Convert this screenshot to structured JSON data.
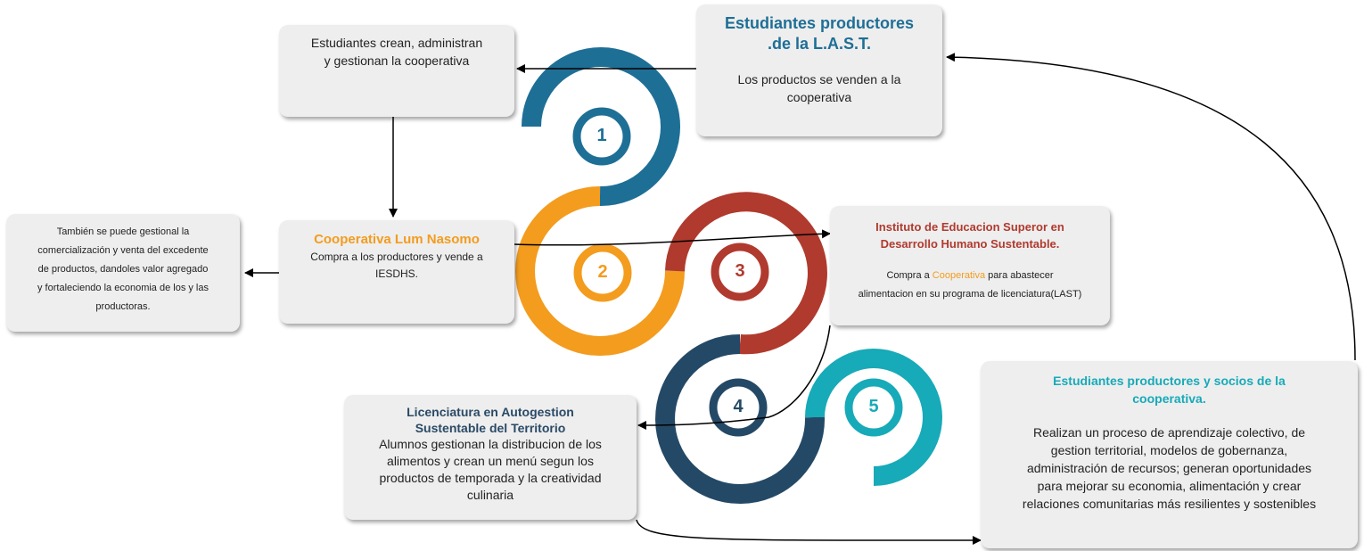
{
  "colors": {
    "blue": "#1e6f96",
    "orange": "#f39c1e",
    "red": "#b03a2e",
    "navy": "#244966",
    "teal": "#17aab8",
    "box_bg": "#eeeeee"
  },
  "steps": [
    {
      "number": "1",
      "color": "#1e6f96"
    },
    {
      "number": "2",
      "color": "#f39c1e"
    },
    {
      "number": "3",
      "color": "#b03a2e"
    },
    {
      "number": "4",
      "color": "#244966"
    },
    {
      "number": "5",
      "color": "#17aab8"
    }
  ],
  "boxes": {
    "estudiantes_last": {
      "title_line1": "Estudiantes productores",
      "title_line2": ".de la L.A.S.T.",
      "body_line1": "Los productos se venden a la",
      "body_line2": "cooperativa"
    },
    "estudiantes_crean": {
      "line1": "Estudiantes crean, administran",
      "line2": "y  gestionan la cooperativa"
    },
    "cooperativa": {
      "title": "Cooperativa Lum Nasomo",
      "body_line1": "Compra a los productores y vende a",
      "body_line2": "IESDHS."
    },
    "tambien": {
      "line1": "También se puede gestional la",
      "line2": "comercialización y venta del excedente",
      "line3": "de productos, dandoles valor agregado",
      "line4": "y fortaleciendo la economia de los y las",
      "line5": "productoras."
    },
    "instituto": {
      "title_line1": "Instituto de Educacion Superor en",
      "title_line2": "Desarrollo Humano Sustentable.",
      "body_before": "Compra a ",
      "body_highlight": "Cooperativa",
      "body_after": "  para abastecer",
      "body_line2": "alimentacion en su programa de licenciatura(LAST)"
    },
    "licenciatura": {
      "title_line1": "Licenciatura en Autogestion",
      "title_line2": "Sustentable del Territorio",
      "body_line1": "Alumnos gestionan la distribucion de los",
      "body_line2": "alimentos y crean un menú segun los",
      "body_line3": "productos de temporada y la creatividad",
      "body_line4": "culinaria"
    },
    "socios": {
      "title_line1": "Estudiantes productores y socios de la",
      "title_line2": "cooperativa.",
      "body_line1": "Realizan un proceso de aprendizaje colectivo, de",
      "body_line2": "gestion territorial, modelos de gobernanza,",
      "body_line3": "administración de recursos; generan oportunidades",
      "body_line4": "para mejorar su economia, alimentación y crear",
      "body_line5": "relaciones comunitarias más resilientes y sostenibles"
    }
  }
}
